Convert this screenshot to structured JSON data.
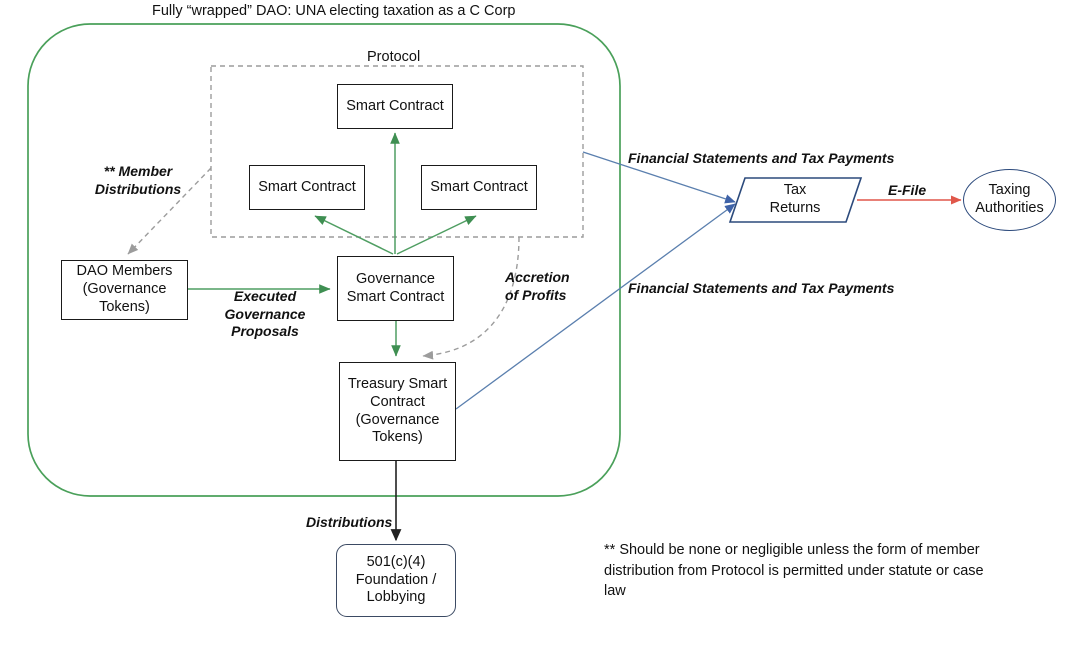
{
  "diagram": {
    "title": "Fully “wrapped” DAO: UNA electing taxation as a C Corp",
    "protocol_label": "Protocol",
    "colors": {
      "green_boundary": "#4aa05a",
      "green_arrow": "#4f9e62",
      "blue_arrow": "#5a7fae",
      "red_arrow": "#e0574a",
      "gray_dashed": "#9c9c9c",
      "black_arrow": "#222222",
      "box_border": "#1a1a1a",
      "round_border": "#3b4a63",
      "circle_border": "#2c4a7c"
    },
    "nodes": {
      "smart_contract_top": "Smart\nContract",
      "smart_contract_left": "Smart\nContract",
      "smart_contract_right": "Smart\nContract",
      "governance_smart_contract": "Governance\nSmart\nContract",
      "treasury_smart_contract": "Treasury\nSmart\nContract\n(Governance\nTokens)",
      "dao_members": "DAO Members\n(Governance\nTokens)",
      "tax_returns": "Tax\nReturns",
      "taxing_authorities": "Taxing\nAuthorities",
      "foundation": "501(c)(4)\nFoundation /\nLobbying"
    },
    "edge_labels": {
      "member_distributions": "** Member\nDistributions",
      "executed_governance_proposals": "Executed\nGovernance\nProposals",
      "accretion_of_profits": "Accretion\nof Profits",
      "financial_statements_top": "Financial Statements and Tax Payments",
      "financial_statements_bottom": "Financial Statements and Tax Payments",
      "e_file": "E-File",
      "distributions": "Distributions"
    },
    "footnote": "** Should be none or negligible unless the form of member distribution from Protocol is permitted under statute or case law"
  }
}
